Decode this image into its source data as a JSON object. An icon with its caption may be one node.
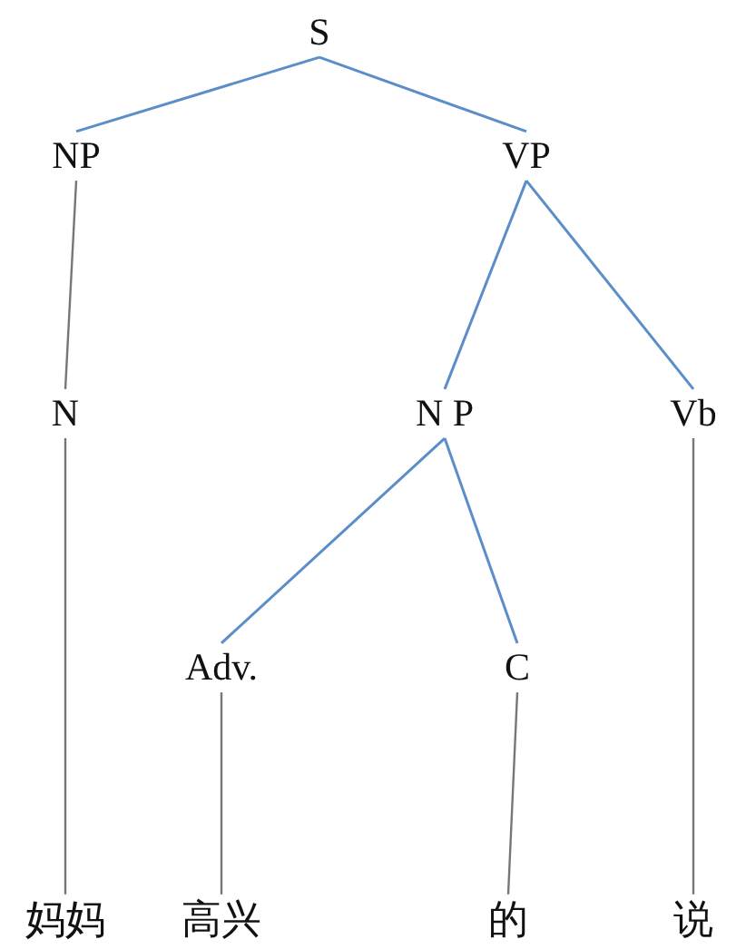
{
  "diagram": {
    "nodes": [
      {
        "text": [
          "S"
        ]
      },
      {
        "text": [
          "NP"
        ]
      },
      {
        "text": [
          "VP"
        ]
      },
      {
        "text": [
          "N"
        ]
      },
      {
        "text": [
          "N P"
        ]
      },
      {
        "text": [
          "Vb"
        ]
      },
      {
        "text": [
          "Adv."
        ]
      },
      {
        "text": [
          "C"
        ]
      },
      {
        "text": [
          "妈妈"
        ]
      },
      {
        "text": [
          "高兴"
        ]
      },
      {
        "text": [
          "的"
        ]
      },
      {
        "text": [
          "说"
        ]
      }
    ],
    "edges": [
      {
        "from": 0,
        "to": 1,
        "arrow": "none"
      },
      {
        "from": 0,
        "to": 2,
        "arrow": "none"
      },
      {
        "from": 1,
        "to": 3,
        "arrow": "none",
        "color": "#777777"
      },
      {
        "from": 2,
        "to": 4,
        "arrow": "none"
      },
      {
        "from": 2,
        "to": 5,
        "arrow": "none"
      },
      {
        "from": 3,
        "to": 8,
        "arrow": "none",
        "color": "#777777"
      },
      {
        "from": 4,
        "to": 6,
        "arrow": "none"
      },
      {
        "from": 4,
        "to": 7,
        "arrow": "none"
      },
      {
        "from": 5,
        "to": 11,
        "arrow": "none",
        "color": "#777777"
      },
      {
        "from": 6,
        "to": 9,
        "arrow": "none",
        "color": "#777777"
      },
      {
        "from": 7,
        "to": 10,
        "arrow": "none",
        "color": "#777777"
      }
    ]
  }
}
